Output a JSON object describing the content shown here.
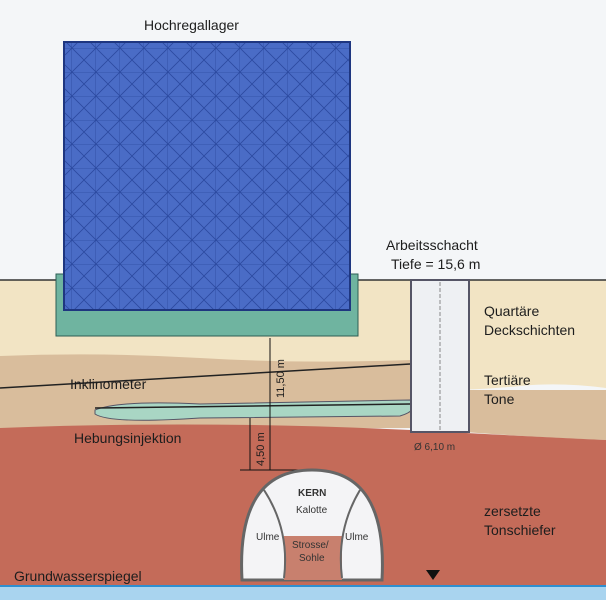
{
  "labels": {
    "building": "Hochregallager",
    "shaft_title": "Arbeitsschacht",
    "shaft_depth": "Tiefe = 15,6 m",
    "shaft_diameter": "Ø 6,10 m",
    "layer_quaternary": [
      "Quartäre",
      "Deckschichten"
    ],
    "layer_tertiary": [
      "Tertiäre",
      "Tone"
    ],
    "layer_shale": [
      "zersetzte",
      "Tonschiefer"
    ],
    "inclinometer": "Inklinometer",
    "injection": "Hebungsinjektion",
    "dim_total": "11,50 m",
    "dim_cover": "4,50 m",
    "groundwater": "Grundwasserspiegel",
    "tunnel_core": "KERN",
    "tunnel_crown": "Kalotte",
    "tunnel_side_left": "Ulme",
    "tunnel_side_right": "Ulme",
    "tunnel_bench": [
      "Strosse/",
      "Sohle"
    ]
  },
  "colors": {
    "building": "#4a6cc6",
    "foundation": "#6fb4a0",
    "quaternary": "#f2e4c4",
    "tertiary": "#d9bd9c",
    "shale": "#c46b59",
    "water": "#2f8fd0"
  }
}
